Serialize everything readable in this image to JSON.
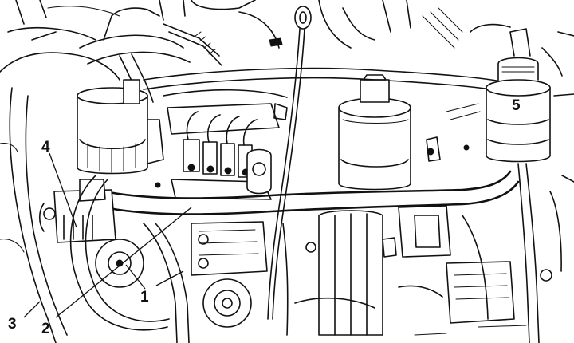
{
  "callouts": [
    {
      "id": "1a",
      "label": "1"
    },
    {
      "id": "1b",
      "label": ""
    },
    {
      "id": "2",
      "label": "2"
    },
    {
      "id": "3",
      "label": "3"
    },
    {
      "id": "4",
      "label": "4"
    },
    {
      "id": "5",
      "label": "5"
    }
  ],
  "colors": {
    "line": "#111111",
    "background": "#ffffff"
  }
}
